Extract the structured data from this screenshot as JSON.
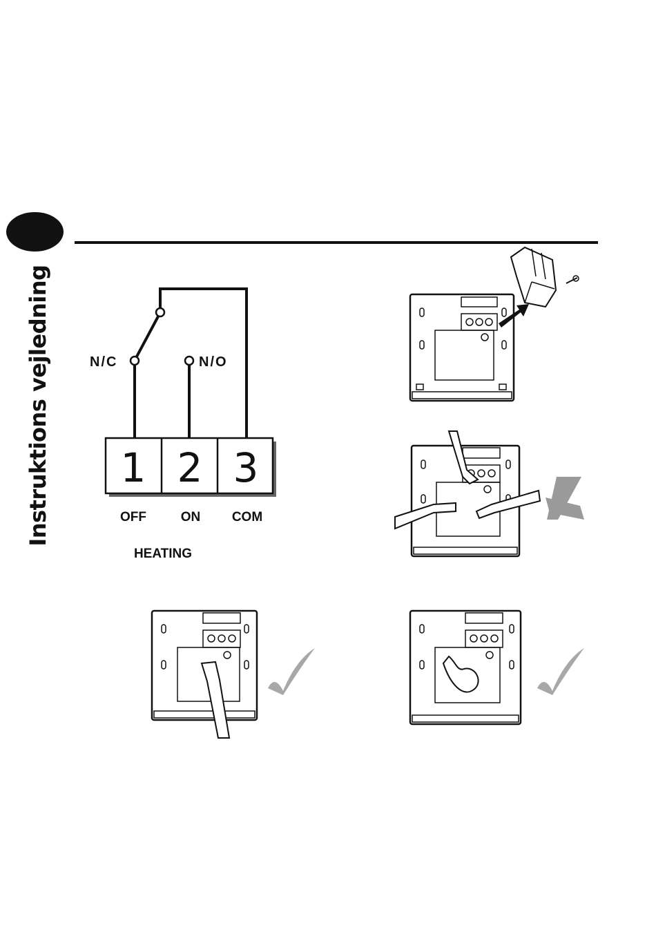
{
  "page": {
    "side_title": "Instruktions vejledning"
  },
  "diagram": {
    "contact_nc": "N/C",
    "contact_no": "N/O",
    "terminals": [
      {
        "number": "1",
        "label": "OFF"
      },
      {
        "number": "2",
        "label": "ON"
      },
      {
        "number": "3",
        "label": "COM"
      }
    ],
    "mode_label": "HEATING"
  },
  "illustrations": {
    "wrong_mark": "cross-mark-icon",
    "right_mark": "check-mark-icon",
    "mark_color_wrong": "#9a9a9a",
    "mark_color_right": "#a8a8a8"
  }
}
